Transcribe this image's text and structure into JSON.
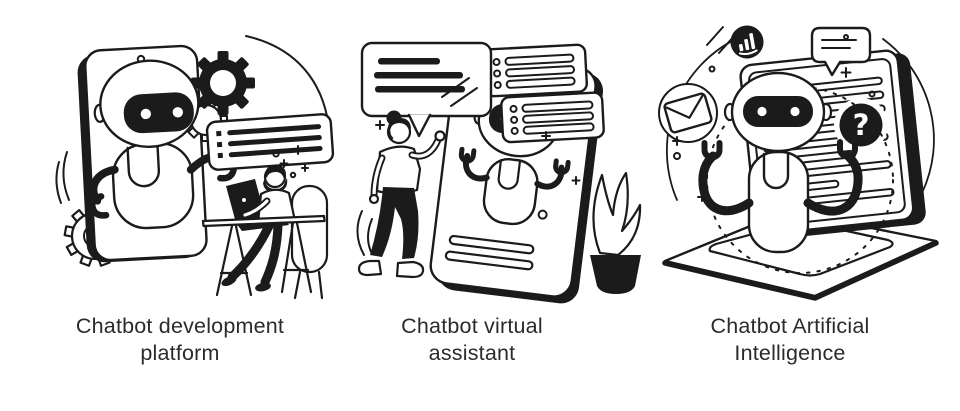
{
  "page": {
    "background_color": "#ffffff",
    "ink_color": "#1b1b1b",
    "caption_color": "#2b2b2b",
    "style": "black-and-white line-art vector illustration set, three concept scenes"
  },
  "figures": [
    {
      "id": "chatbot-development-platform",
      "caption_lines": [
        "Chatbot development",
        "platform"
      ],
      "elements": [
        "tilted-smartphone",
        "chatbot-robot-on-screen",
        "black-gear-icon",
        "outline-gear-icons",
        "chat-message-card-with-bullets",
        "sparkles",
        "developer-sitting-at-trestle-desk",
        "black-laptop",
        "chair",
        "arc-decorations"
      ]
    },
    {
      "id": "chatbot-virtual-assistant",
      "caption_lines": [
        "Chatbot virtual",
        "assistant"
      ],
      "elements": [
        "speech-bubble-with-text-bars",
        "two-chat-list-cards",
        "tilted-smartphone",
        "chatbot-robot-on-screen",
        "woman-waving-at-phone",
        "potted-plant",
        "motion-lines",
        "sparkles",
        "swoosh-arcs"
      ]
    },
    {
      "id": "chatbot-artificial-intelligence",
      "caption_lines": [
        "Chatbot Artificial",
        "Intelligence"
      ],
      "question_mark": "?",
      "elements": [
        "open-laptop",
        "chatbot-robot-emerging-from-laptop",
        "bar-chart-icon",
        "speech-bubble-icon",
        "envelope-icon",
        "question-mark-icon",
        "dashed-orbit-circle",
        "outline-circle-arcs",
        "sparkles"
      ]
    }
  ]
}
